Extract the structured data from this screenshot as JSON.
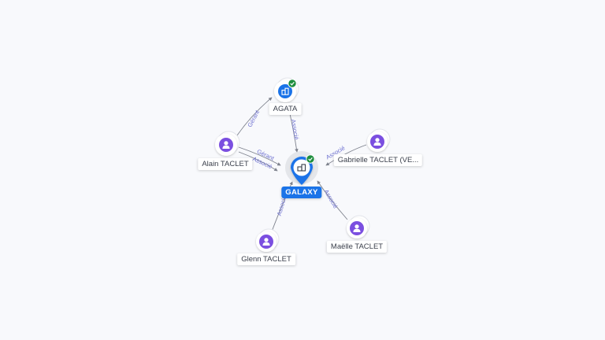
{
  "colors": {
    "background": "#f8f9fc",
    "edge": "#7d818c",
    "edge_label": "#6c6fd0",
    "person": "#7b4fe0",
    "company": "#1a73e8",
    "verified": "#1e8e3e"
  },
  "nodes": [
    {
      "id": "galaxy",
      "label": "GALAXY",
      "type": "company",
      "main": true,
      "verified": true,
      "icon": "building-icon"
    },
    {
      "id": "agata",
      "label": "AGATA",
      "type": "company",
      "verified": true,
      "icon": "building-icon"
    },
    {
      "id": "alain",
      "label": "Alain TACLET",
      "type": "person",
      "icon": "person-icon"
    },
    {
      "id": "gabrielle",
      "label": "Gabrielle TACLET (VE...",
      "type": "person",
      "icon": "person-icon"
    },
    {
      "id": "glenn",
      "label": "Glenn TACLET",
      "type": "person",
      "icon": "person-icon"
    },
    {
      "id": "maelle",
      "label": "Maëlle TACLET",
      "type": "person",
      "icon": "person-icon"
    }
  ],
  "edges": [
    {
      "from": "agata",
      "to": "galaxy",
      "label": "Associé"
    },
    {
      "from": "alain",
      "to": "agata",
      "label": "Gérant"
    },
    {
      "from": "alain",
      "to": "galaxy",
      "label": "Gérant"
    },
    {
      "from": "alain",
      "to": "galaxy",
      "label": "Associé"
    },
    {
      "from": "gabrielle",
      "to": "galaxy",
      "label": "Associé"
    },
    {
      "from": "glenn",
      "to": "galaxy",
      "label": "Associé"
    },
    {
      "from": "maelle",
      "to": "galaxy",
      "label": "Associé"
    }
  ]
}
